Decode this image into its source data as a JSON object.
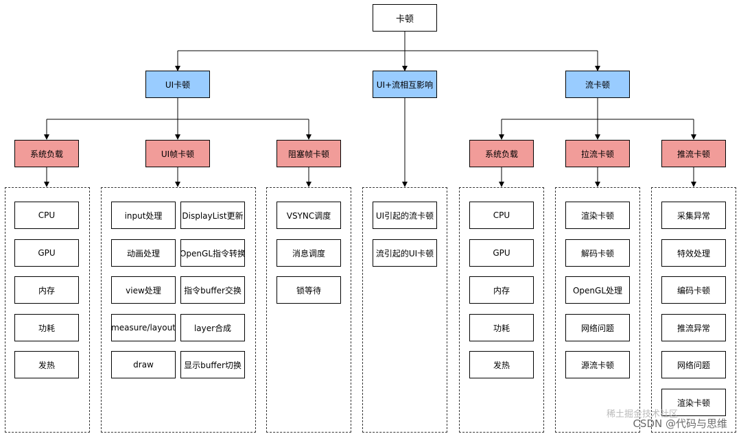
{
  "root": "卡顿",
  "branches": {
    "ui": "UI卡顿",
    "mutual": "UI+流相互影响",
    "stream": "流卡顿"
  },
  "ui_sub": [
    "系统负载",
    "UI帧卡顿",
    "阻塞帧卡顿"
  ],
  "stream_sub": [
    "系统负载",
    "拉流卡顿",
    "推流卡顿"
  ],
  "groups": {
    "ui_system_load": [
      "CPU",
      "GPU",
      "内存",
      "功耗",
      "发热"
    ],
    "ui_frame_left": [
      "input处理",
      "动画处理",
      "view处理",
      "measure/layout",
      "draw"
    ],
    "ui_frame_right": [
      "DisplayList更新",
      "OpenGL指令转换",
      "指令buffer交换",
      "layer合成",
      "显示buffer切换"
    ],
    "blocked_frame": [
      "VSYNC调度",
      "消息调度",
      "锁等待"
    ],
    "mutual": [
      "UI引起的流卡顿",
      "流引起的UI卡顿"
    ],
    "stream_system_load": [
      "CPU",
      "GPU",
      "内存",
      "功耗",
      "发热"
    ],
    "pull_stream": [
      "渲染卡顿",
      "解码卡顿",
      "OpenGL处理",
      "网络问题",
      "源流卡顿"
    ],
    "push_stream": [
      "采集异常",
      "特效处理",
      "编码卡顿",
      "推流异常",
      "网络问题",
      "渲染卡顿"
    ]
  },
  "watermark": "CSDN @代码与思维",
  "watermark_faint": "稀土掘金技术社区",
  "colors": {
    "blue": "#99ccff",
    "red": "#f19c99",
    "line": "#000000"
  }
}
